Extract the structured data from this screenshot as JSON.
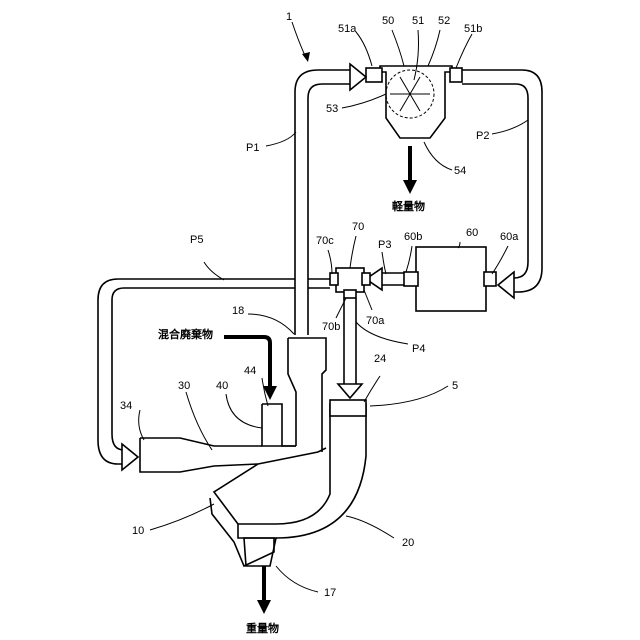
{
  "labels": {
    "fig": "1",
    "l50": "50",
    "l51": "51",
    "l52": "52",
    "l51a": "51a",
    "l51b": "51b",
    "l53": "53",
    "l54": "54",
    "lP1": "P1",
    "lP2": "P2",
    "lP3": "P3",
    "lP4": "P4",
    "lP5": "P5",
    "l60": "60",
    "l60a": "60a",
    "l60b": "60b",
    "l70": "70",
    "l70a": "70a",
    "l70b": "70b",
    "l70c": "70c",
    "l18": "18",
    "l44": "44",
    "l40": "40",
    "l30": "30",
    "l34": "34",
    "l24": "24",
    "l5": "5",
    "l10": "10",
    "l20": "20",
    "l17": "17"
  },
  "texts": {
    "light": "軽量物",
    "mixed": "混合廃棄物",
    "heavy": "重量物"
  }
}
